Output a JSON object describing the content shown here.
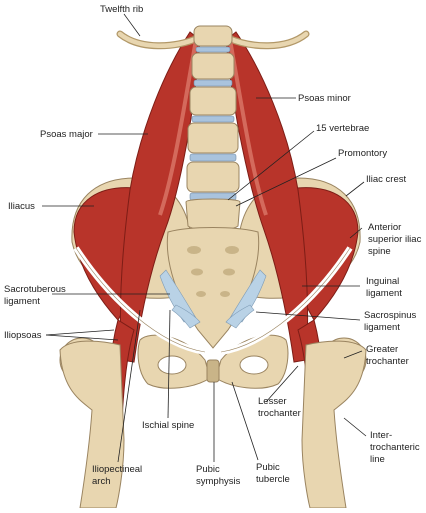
{
  "title": "",
  "colors": {
    "muscle": "#b8342a",
    "muscle_dark": "#7d1d16",
    "bone": "#e8d6b0",
    "bone_shadow": "#c9b488",
    "disc": "#a9c3dd",
    "ligament": "#ffffff",
    "ligament_blue": "#b9d2e6"
  },
  "labels": {
    "twelfth_rib": "Twelfth rib",
    "psoas_minor": "Psoas minor",
    "psoas_major": "Psoas major",
    "vertebrae_15": "15 vertebrae",
    "promontory": "Promontory",
    "iliacus": "Iliacus",
    "iliac_crest": "Iliac crest",
    "asis_line1": "Anterior",
    "asis_line2": "superior iliac",
    "asis_line3": "spine",
    "sacrotuberous_line1": "Sacrotuberous",
    "sacrotuberous_line2": "ligament",
    "inguinal_line1": "Inguinal",
    "inguinal_line2": "ligament",
    "iliopsoas": "Iliopsoas",
    "sacrospinus_line1": "Sacrospinus",
    "sacrospinus_line2": "ligament",
    "greater_troch_line1": "Greater",
    "greater_troch_line2": "trochanter",
    "ischial_spine": "Ischial spine",
    "lesser_troch_line1": "Lesser",
    "lesser_troch_line2": "trochanter",
    "intertroch_line1": "Inter-",
    "intertroch_line2": "trochanteric",
    "intertroch_line3": "line",
    "iliopectineal_line1": "Iliopectineal",
    "iliopectineal_line2": "arch",
    "pubic_symphysis_line1": "Pubic",
    "pubic_symphysis_line2": "symphysis",
    "pubic_tubercle_line1": "Pubic",
    "pubic_tubercle_line2": "tubercle"
  }
}
